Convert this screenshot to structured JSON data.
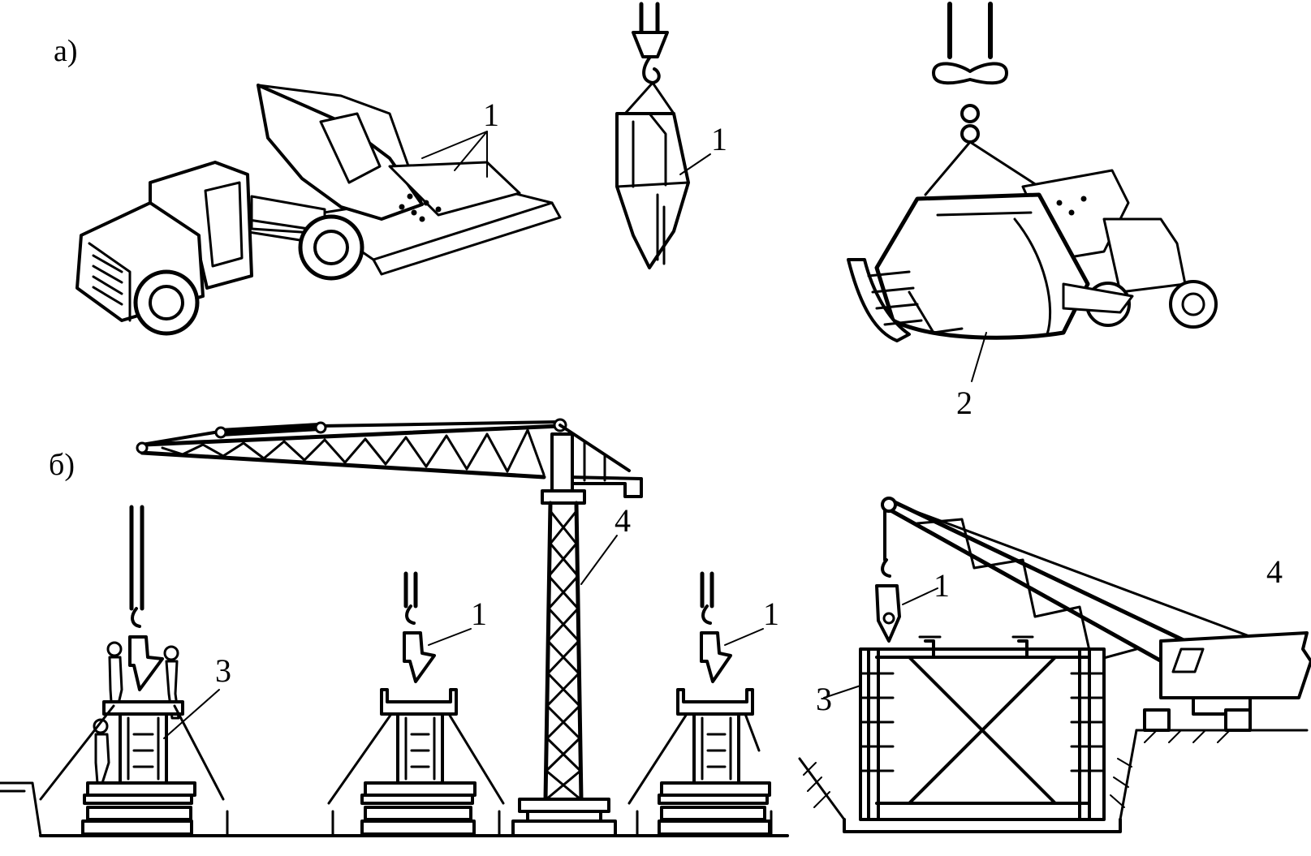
{
  "panels": [
    {
      "label": "а)"
    },
    {
      "label": "б)"
    }
  ],
  "callouts": {
    "truck_bucket": "1",
    "hanging_bucket": "1",
    "large_bucket": "2",
    "crane_tower": "4",
    "bucket_mid": "1",
    "bucket_right": "1",
    "form_left": "3",
    "crawler_bucket": "1",
    "crawler_form": "3",
    "crawler_crane": "4"
  },
  "colors": {
    "ink": "#000000",
    "paper": "#ffffff"
  }
}
